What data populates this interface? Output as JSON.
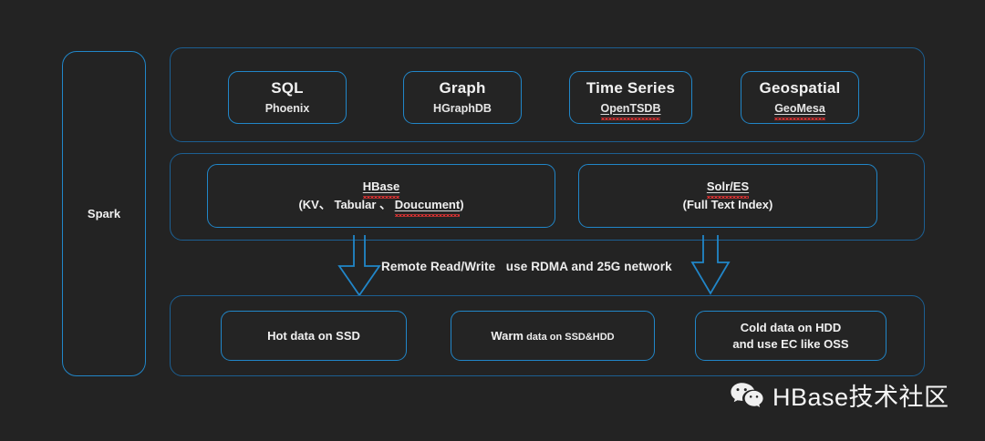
{
  "diagram": {
    "spark": {
      "label": "Spark"
    },
    "engines": [
      {
        "title": "SQL",
        "sub": "Phoenix",
        "sub_misspelled": false
      },
      {
        "title": "Graph",
        "sub": "HGraphDB",
        "sub_misspelled": false
      },
      {
        "title": "Time Series",
        "sub": "OpenTSDB",
        "sub_misspelled": true
      },
      {
        "title": "Geospatial",
        "sub": "GeoMesa",
        "sub_misspelled": true
      }
    ],
    "storage": [
      {
        "title": "HBase",
        "title_misspelled": true,
        "sub_prefix": "(KV、 Tabular 、 ",
        "sub_misspelled_word": "Doucument",
        "sub_suffix": ")"
      },
      {
        "title": "Solr/ES",
        "title_misspelled": true,
        "sub_prefix": "(Full  Text Index)",
        "sub_misspelled_word": "",
        "sub_suffix": ""
      }
    ],
    "connector": {
      "label": "Remote Read/Write   use RDMA and 25G network",
      "arrows": [
        "down-arrow-left",
        "down-arrow-right"
      ]
    },
    "tiers": [
      {
        "line1": "Hot data on SSD",
        "line2": "",
        "style": "bold"
      },
      {
        "line1": "Warm",
        "line2": "data on SSD&HDD",
        "style": "mixed"
      },
      {
        "line1": "Cold data on HDD",
        "line2": "and use EC like OSS",
        "style": "bold"
      }
    ]
  },
  "watermark": {
    "icon": "wechat-icon",
    "text": "HBase技术社区"
  },
  "colors": {
    "background": "#232323",
    "node_border": "#2186c8",
    "panel_border": "#1c5f92",
    "text": "#f0f0f0",
    "spellcheck": "#dd3333"
  }
}
